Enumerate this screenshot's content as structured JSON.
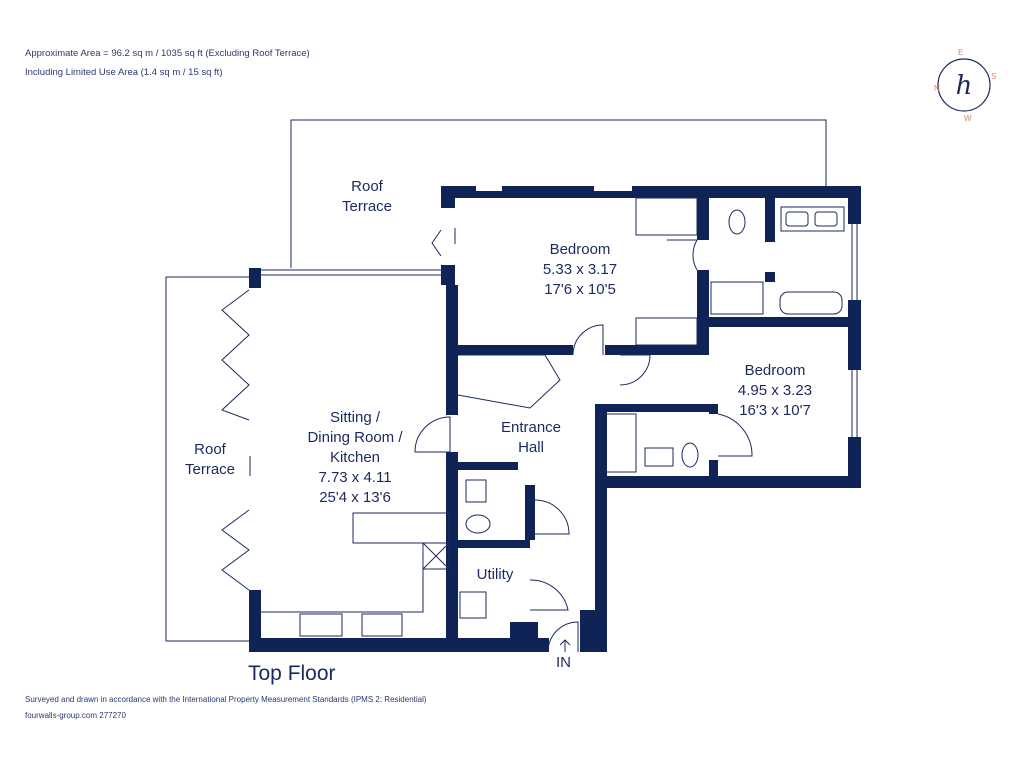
{
  "header": {
    "area_line": "Approximate Area = 96.2 sq m / 1035 sq ft (Excluding Roof Terrace)",
    "limited_use_line": "Including Limited Use Area (1.4 sq m / 15 sq ft)"
  },
  "compass": {
    "letters": [
      "N",
      "E",
      "S",
      "W"
    ],
    "logo_letter": "h",
    "accent_color": "#d9826a"
  },
  "rooms": {
    "roof_terrace_top": {
      "line1": "Roof",
      "line2": "Terrace"
    },
    "roof_terrace_left": {
      "line1": "Roof",
      "line2": "Terrace"
    },
    "bedroom_1": {
      "name": "Bedroom",
      "metric": "5.33 x 3.17",
      "imperial": "17'6 x 10'5"
    },
    "bedroom_2": {
      "name": "Bedroom",
      "metric": "4.95 x 3.23",
      "imperial": "16'3 x 10'7"
    },
    "sitting": {
      "line1": "Sitting /",
      "line2": "Dining Room /",
      "line3": "Kitchen",
      "metric": "7.73 x 4.11",
      "imperial": "25'4 x 13'6"
    },
    "entrance_hall": {
      "line1": "Entrance",
      "line2": "Hall"
    },
    "utility": {
      "name": "Utility"
    }
  },
  "entry_label": "IN",
  "floor_title": "Top Floor",
  "footer": {
    "survey_note": "Surveyed and drawn in accordance with the International Property Measurement Standards (IPMS 2: Residential)",
    "reference": "fourwalls-group.com 277270"
  },
  "colors": {
    "wall": "#0f2357",
    "thin_line": "#1a2a5e"
  }
}
